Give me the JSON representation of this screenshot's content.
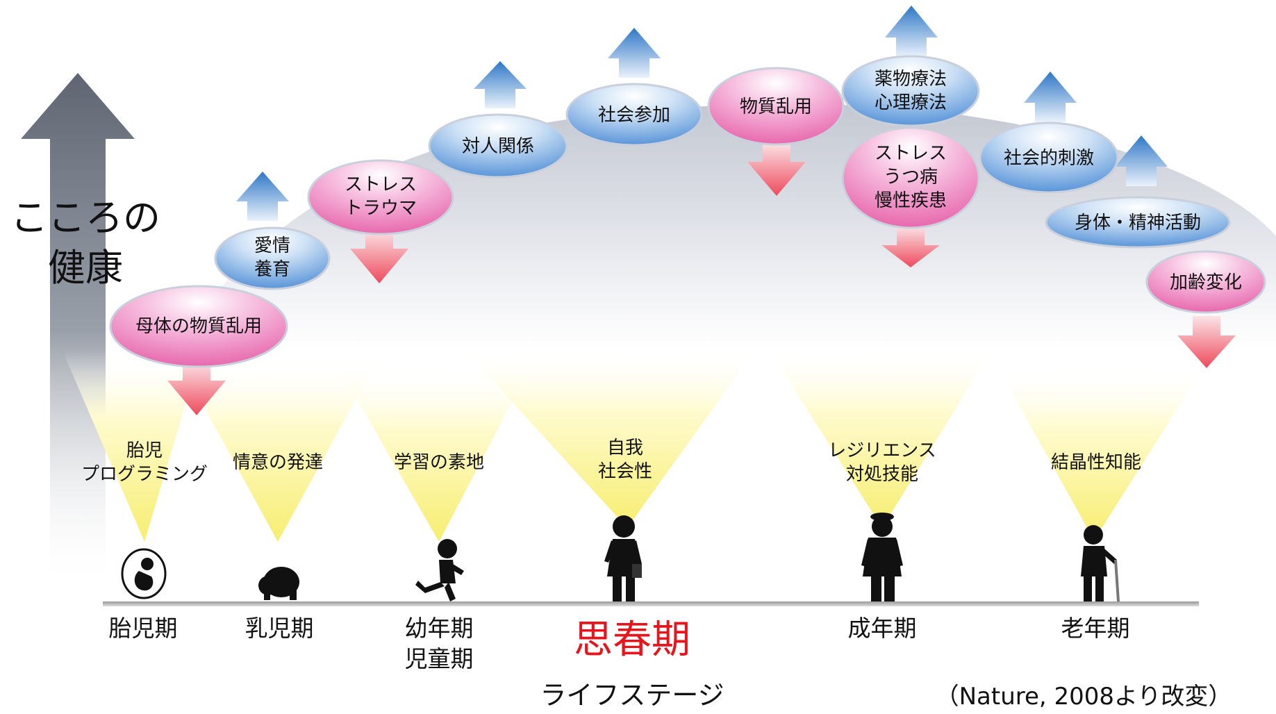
{
  "y_axis_label": "こころの\n健康",
  "x_axis_label": "ライフステージ",
  "citation": "（Nature, 2008より改変）",
  "colors": {
    "pink_bubble": "#f06fb2",
    "blue_bubble": "#3e83d4",
    "up_arrow": "#2e78c8",
    "down_arrow": "#ef4a5e",
    "highlight_stage": "#e8141b",
    "beam": "#fff7a0"
  },
  "stages": [
    {
      "label": "胎児期",
      "beam_label": "胎児\nプログラミング",
      "icon": "fetus-icon"
    },
    {
      "label": "乳児期",
      "beam_label": "情意の発達",
      "icon": "crawling-baby-icon"
    },
    {
      "label": "幼年期\n児童期",
      "beam_label": "学習の素地",
      "icon": "running-child-icon"
    },
    {
      "label": "思春期",
      "beam_label": "自我\n社会性",
      "icon": "teenager-icon",
      "highlight": true
    },
    {
      "label": "成年期",
      "beam_label": "レジリエンス\n対処技能",
      "icon": "adult-icon"
    },
    {
      "label": "老年期",
      "beam_label": "結晶性知能",
      "icon": "elderly-with-cane-icon"
    }
  ],
  "factors": [
    {
      "text": "母体の物質乱用",
      "type": "negative"
    },
    {
      "text": "愛情\n養育",
      "type": "positive"
    },
    {
      "text": "ストレス\nトラウマ",
      "type": "negative"
    },
    {
      "text": "対人関係",
      "type": "positive"
    },
    {
      "text": "社会参加",
      "type": "positive"
    },
    {
      "text": "物質乱用",
      "type": "negative"
    },
    {
      "text": "薬物療法\n心理療法",
      "type": "positive"
    },
    {
      "text": "ストレス\nうつ病\n慢性疾患",
      "type": "negative"
    },
    {
      "text": "社会的刺激",
      "type": "positive"
    },
    {
      "text": "身体・精神活動",
      "type": "positive"
    },
    {
      "text": "加齢変化",
      "type": "negative"
    }
  ]
}
